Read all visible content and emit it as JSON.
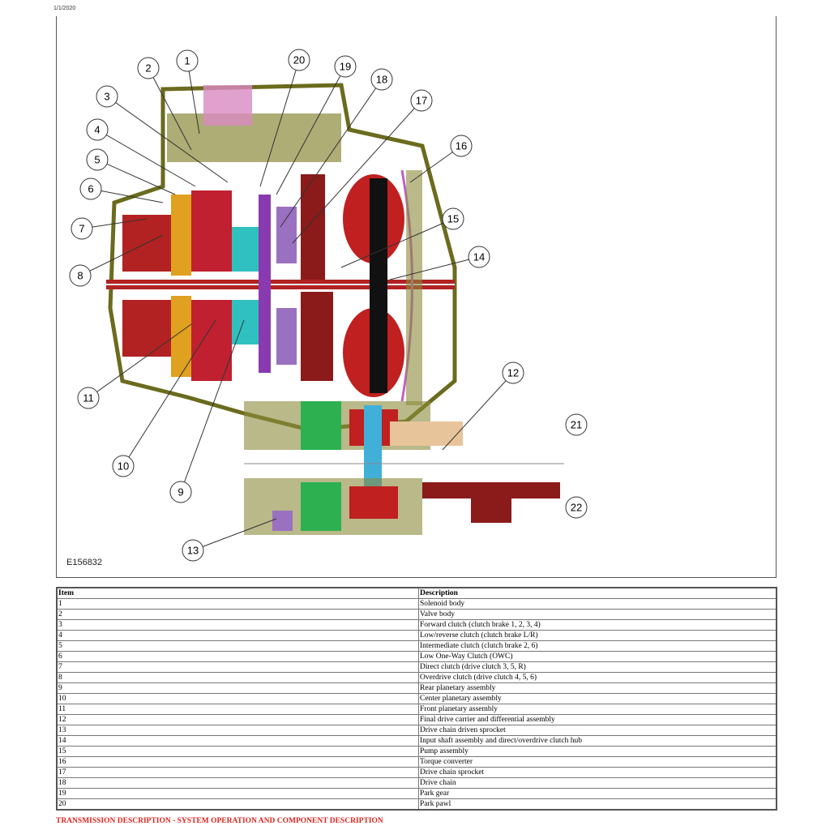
{
  "header": {
    "date": "1/1/2020"
  },
  "figure": {
    "id": "E156832",
    "callouts": [
      "1",
      "2",
      "3",
      "4",
      "5",
      "6",
      "7",
      "8",
      "9",
      "10",
      "11",
      "12",
      "13",
      "14",
      "15",
      "16",
      "17",
      "18",
      "19",
      "20",
      "21",
      "22"
    ]
  },
  "table": {
    "headers": [
      "Item",
      "Description"
    ],
    "rows": [
      [
        "1",
        "Solenoid body"
      ],
      [
        "2",
        "Valve body"
      ],
      [
        "3",
        "Forward clutch (clutch brake 1, 2, 3, 4)"
      ],
      [
        "4",
        "Low/reverse clutch (clutch brake L/R)"
      ],
      [
        "5",
        "Intermediate clutch (clutch brake 2, 6)"
      ],
      [
        "6",
        "Low One-Way Clutch (OWC)"
      ],
      [
        "7",
        "Direct clutch (drive clutch 3, 5, R)"
      ],
      [
        "8",
        "Overdrive clutch (drive clutch 4, 5, 6)"
      ],
      [
        "9",
        "Rear planetary assembly"
      ],
      [
        "10",
        "Center planetary assembly"
      ],
      [
        "11",
        "Front planetary assembly"
      ],
      [
        "12",
        "Final drive carrier and differential assembly"
      ],
      [
        "13",
        "Drive chain driven sprocket"
      ],
      [
        "14",
        "Input shaft assembly and direct/overdrive clutch hub"
      ],
      [
        "15",
        "Pump assembly"
      ],
      [
        "16",
        "Torque converter"
      ],
      [
        "17",
        "Drive chain sprocket"
      ],
      [
        "18",
        "Drive chain"
      ],
      [
        "19",
        "Park gear"
      ],
      [
        "20",
        "Park pawl"
      ]
    ]
  },
  "caption": "TRANSMISSION DESCRIPTION - SYSTEM OPERATION AND COMPONENT DESCRIPTION"
}
